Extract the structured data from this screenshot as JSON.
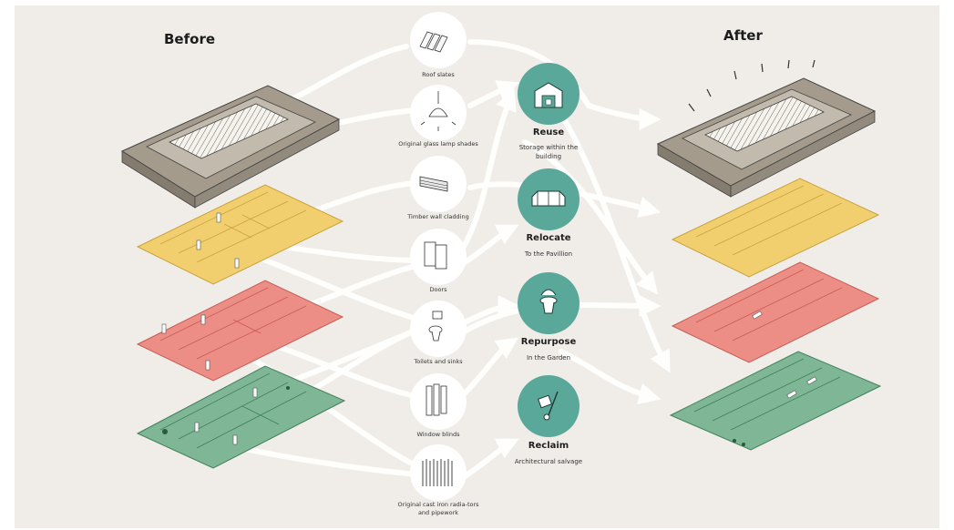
{
  "headings": {
    "before": "Before",
    "after": "After"
  },
  "items": [
    {
      "id": "roof",
      "label": "Roof slates",
      "icon": "roof-slates-icon"
    },
    {
      "id": "lamp",
      "label": "Original glass lamp shades",
      "icon": "lamp-shade-icon"
    },
    {
      "id": "timber",
      "label": "Timber wall cladding",
      "icon": "timber-cladding-icon"
    },
    {
      "id": "doors",
      "label": "Doors",
      "icon": "doors-icon"
    },
    {
      "id": "toilets",
      "label": "Toilets and sinks",
      "icon": "toilet-sink-icon"
    },
    {
      "id": "blinds",
      "label": "Window blinds",
      "icon": "window-blinds-icon"
    },
    {
      "id": "radiators",
      "label": "Original cast iron radia-tors and pipework",
      "icon": "radiator-icon"
    }
  ],
  "actions": [
    {
      "id": "reuse",
      "title": "Reuse",
      "subtitle": "Storage within the building",
      "icon": "warehouse-icon"
    },
    {
      "id": "relocate",
      "title": "Relocate",
      "subtitle": "To the Pavillion",
      "icon": "pavilion-icon"
    },
    {
      "id": "repurpose",
      "title": "Repurpose",
      "subtitle": "In the Garden",
      "icon": "toilet-planter-icon"
    },
    {
      "id": "reclaim",
      "title": "Reclaim",
      "subtitle": "Architectural salvage",
      "icon": "hand-truck-icon"
    }
  ],
  "colors": {
    "background": "#f0ede8",
    "teal": "#5aa89a",
    "floor_yellow": "#f2cf6e",
    "floor_red": "#ec8e86",
    "floor_green": "#7fb796",
    "roof_grey": "#a49b8c",
    "flow": "#ffffff"
  }
}
